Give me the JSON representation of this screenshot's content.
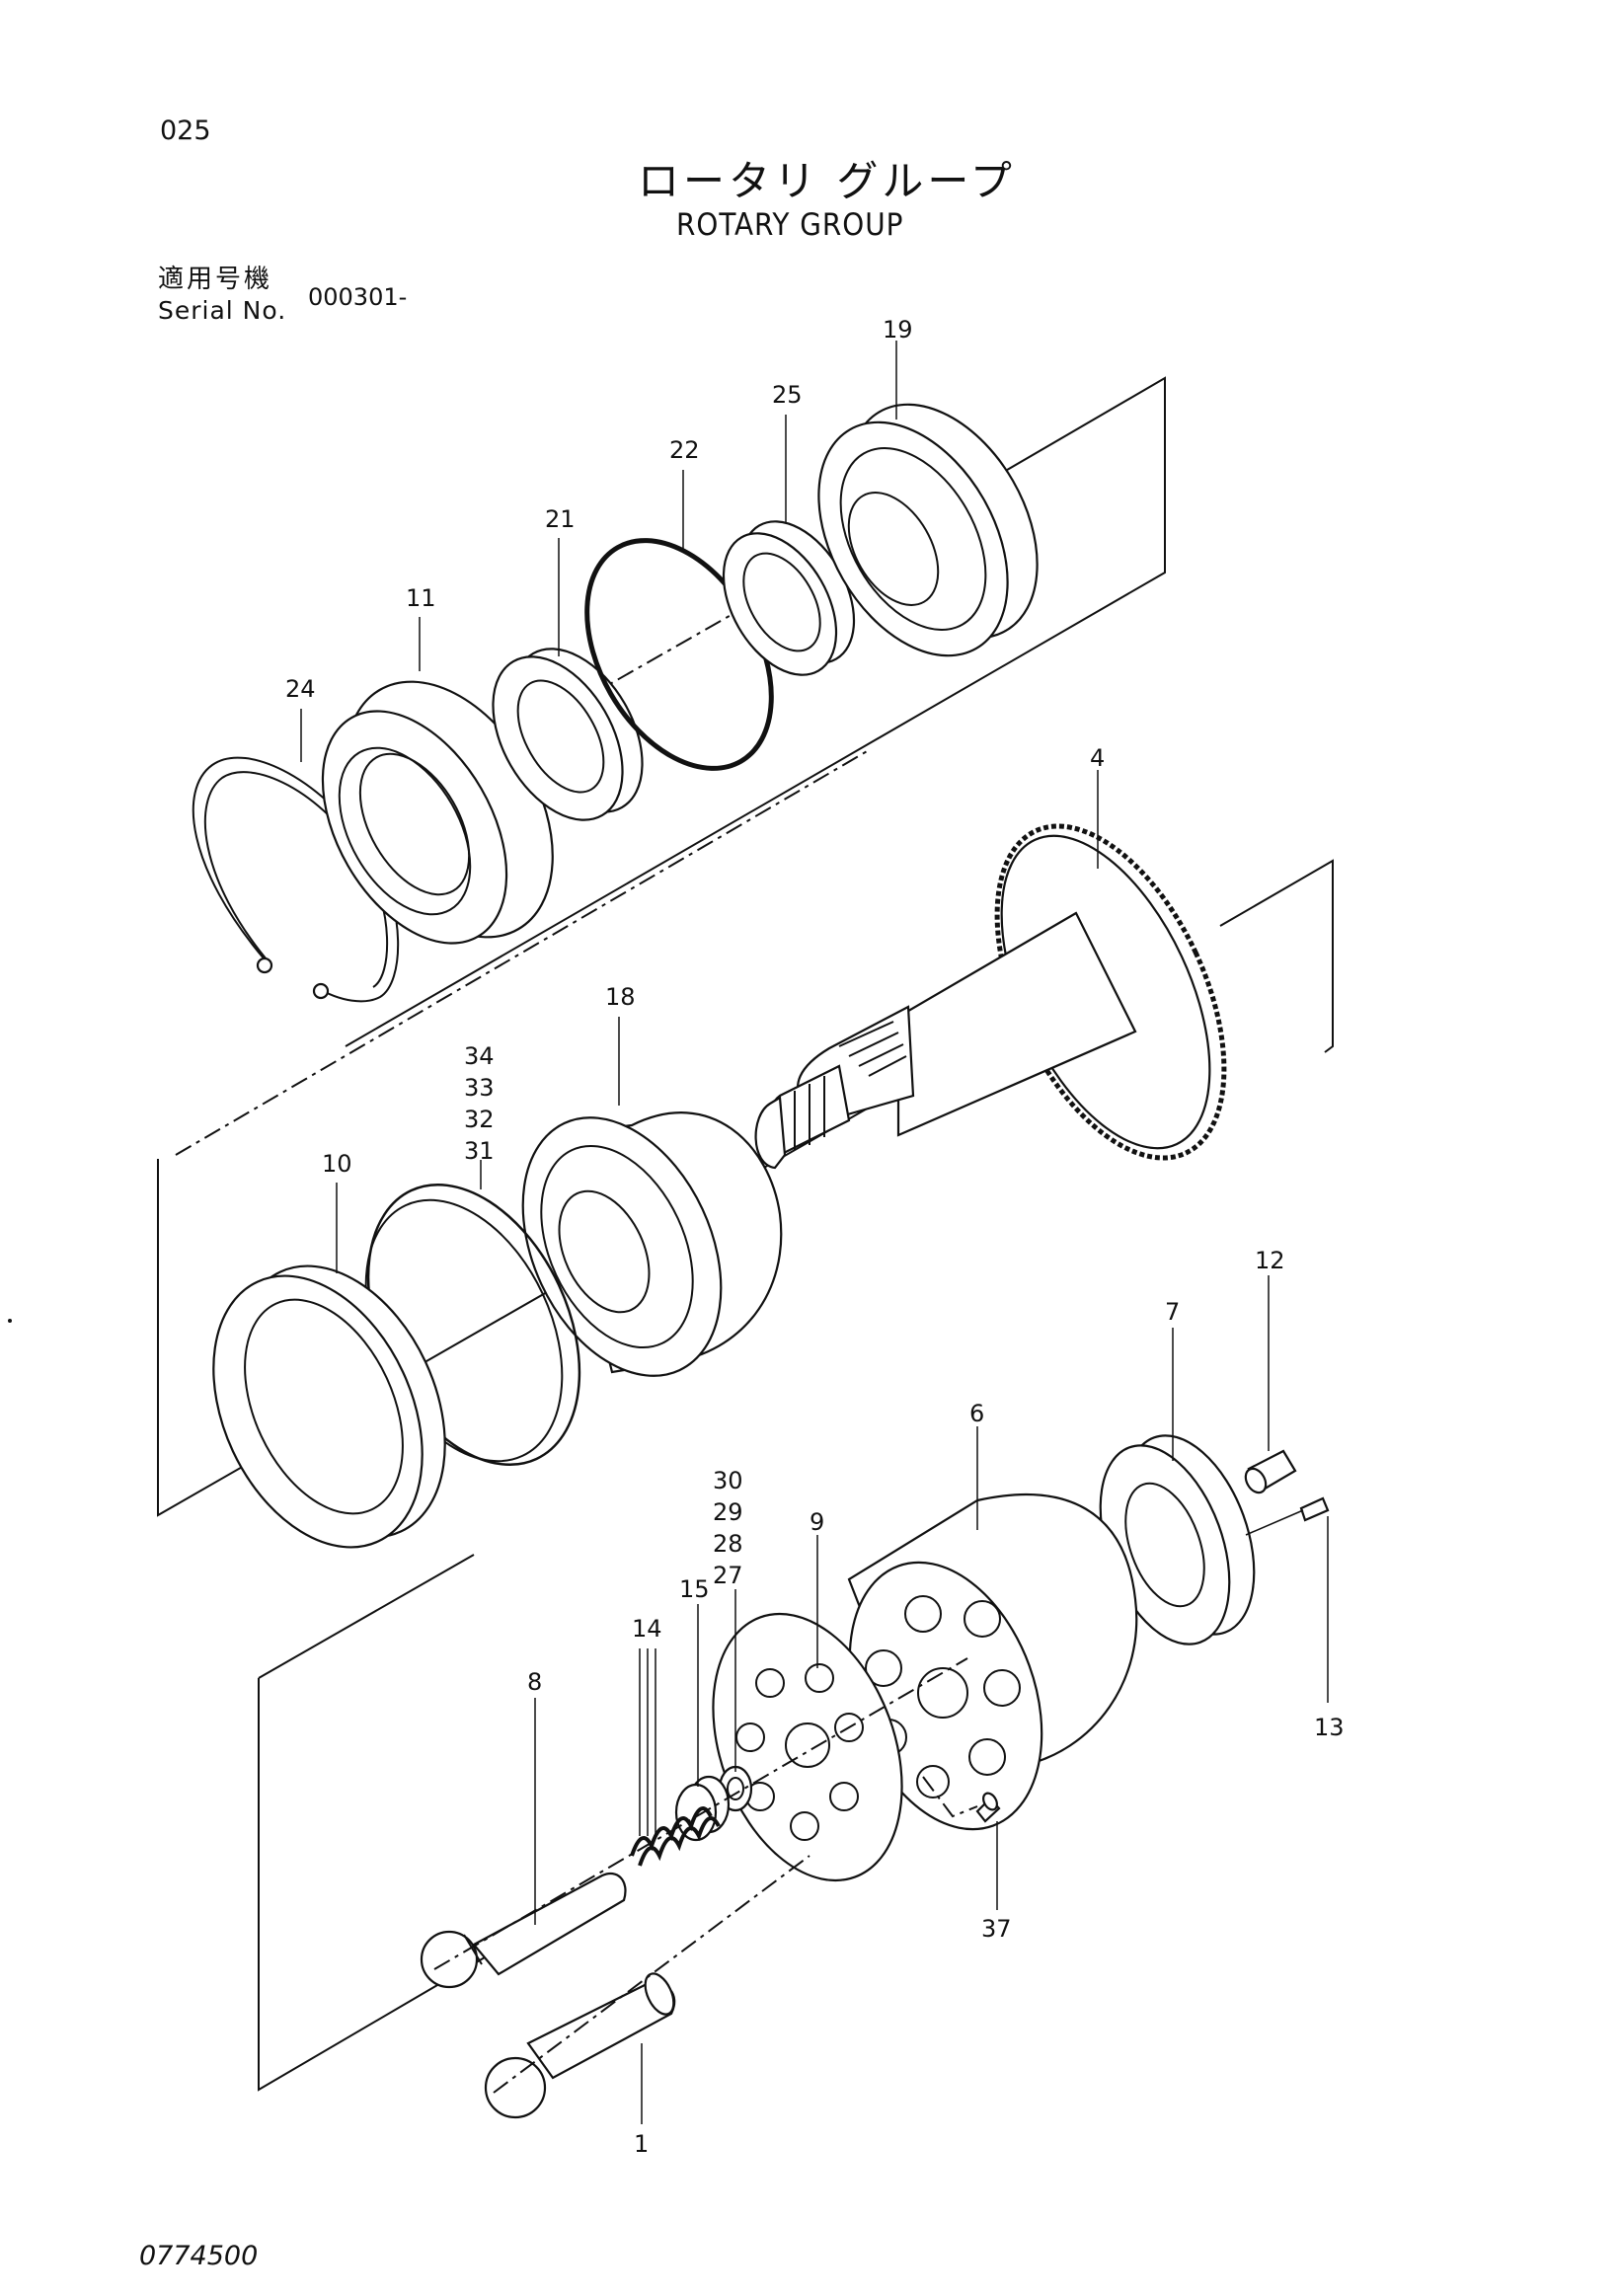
{
  "page_number": "025",
  "title_jp": "ロータリ グループ",
  "title_en": "ROTARY GROUP",
  "serial": {
    "label_jp": "適用号機",
    "label_en": "Serial No.",
    "value": "000301-"
  },
  "doc_number": "0774500",
  "callouts": {
    "p1": "1",
    "p4": "4",
    "p6": "6",
    "p7": "7",
    "p8": "8",
    "p9": "9",
    "p10": "10",
    "p11": "11",
    "p12": "12",
    "p13": "13",
    "p14": "14",
    "p15": "15",
    "p18": "18",
    "p19": "19",
    "p21": "21",
    "p22": "22",
    "p24": "24",
    "p25": "25",
    "p27": "27",
    "p28": "28",
    "p29": "29",
    "p30": "30",
    "p31": "31",
    "p32": "32",
    "p33": "33",
    "p34": "34",
    "p37": "37"
  }
}
